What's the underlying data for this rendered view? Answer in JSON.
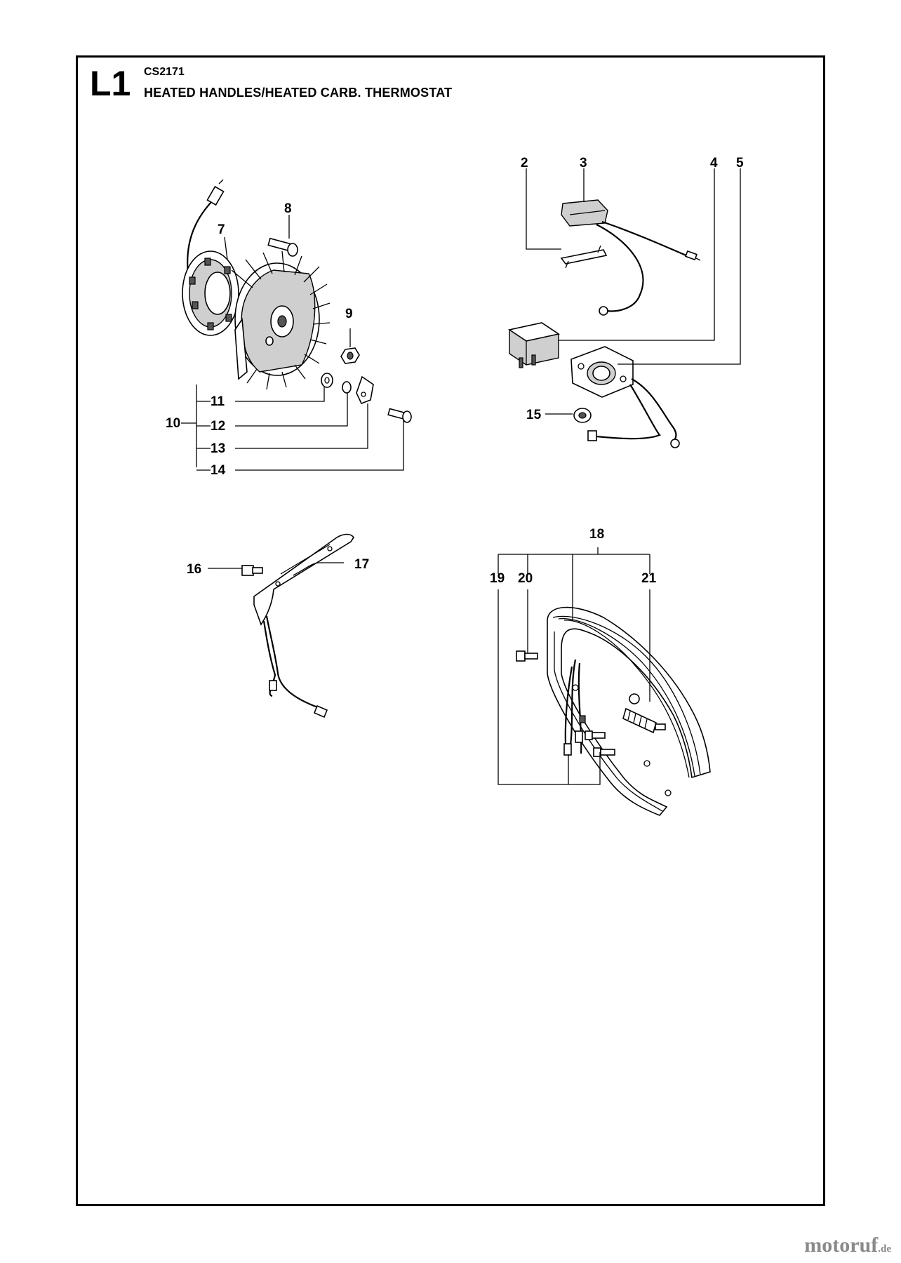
{
  "header": {
    "sheet_code": "L1",
    "model": "CS2171",
    "title": "HEATED HANDLES/HEATED CARB. THERMOSTAT"
  },
  "callouts": {
    "n2": "2",
    "n3": "3",
    "n4": "4",
    "n5": "5",
    "n7": "7",
    "n8": "8",
    "n9": "9",
    "n10": "10",
    "n11": "11",
    "n12": "12",
    "n13": "13",
    "n14": "14",
    "n15": "15",
    "n16": "16",
    "n17": "17",
    "n18": "18",
    "n19": "19",
    "n20": "20",
    "n21": "21"
  },
  "watermark": {
    "name": "motoruf",
    "tld": ".de"
  }
}
